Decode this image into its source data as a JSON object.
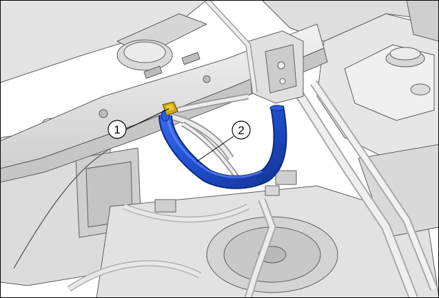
{
  "callouts": [
    {
      "number": "1",
      "part": "hose-clip"
    },
    {
      "number": "2",
      "part": "coolant-hose"
    }
  ],
  "colors": {
    "highlight_hose": "#1f4fd1",
    "highlight_clip": "#c9a516",
    "line_art": "#5c5c5c",
    "fill_light": "#e8e8e8",
    "fill_mid": "#d2d2d2",
    "fill_dark": "#b9b9b9",
    "frame": "#000000"
  }
}
